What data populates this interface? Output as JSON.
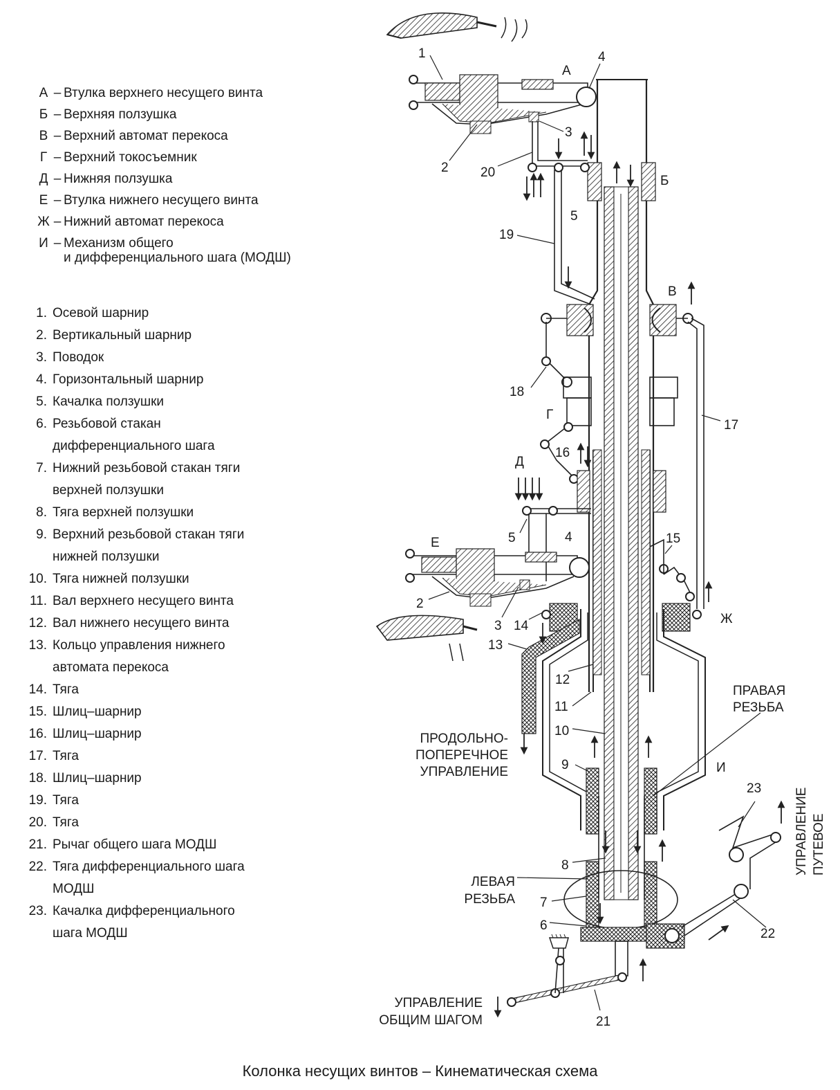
{
  "caption": "Колонка несущих винтов – Кинематическая схема",
  "letter_legend": [
    {
      "key": "А",
      "text": "Втулка верхнего несущего винта"
    },
    {
      "key": "Б",
      "text": "Верхняя ползушка"
    },
    {
      "key": "В",
      "text": "Верхний автомат перекоса"
    },
    {
      "key": "Г",
      "text": "Верхний токосъемник"
    },
    {
      "key": "Д",
      "text": "Нижняя ползушка"
    },
    {
      "key": "Е",
      "text": "Втулка нижнего несущего винта"
    },
    {
      "key": "Ж",
      "text": "Нижний автомат перекоса"
    },
    {
      "key": "И",
      "text": "Механизм общего\n   и дифференциального шага (МОДШ)"
    }
  ],
  "number_legend": [
    {
      "num": "1.",
      "text": "Осевой шарнир"
    },
    {
      "num": "2.",
      "text": "Вертикальный шарнир"
    },
    {
      "num": "3.",
      "text": "Поводок"
    },
    {
      "num": "4.",
      "text": "Горизонтальный шарнир"
    },
    {
      "num": "5.",
      "text": "Качалка ползушки"
    },
    {
      "num": "6.",
      "text": "Резьбовой стакан\nдифференциального шага"
    },
    {
      "num": "7.",
      "text": "Нижний резьбовой стакан тяги\nверхней ползушки"
    },
    {
      "num": "8.",
      "text": "Тяга верхней ползушки"
    },
    {
      "num": "9.",
      "text": "Верхний резьбовой стакан тяги\nнижней ползушки"
    },
    {
      "num": "10.",
      "text": "Тяга нижней ползушки"
    },
    {
      "num": "11.",
      "text": "Вал верхнего несущего винта"
    },
    {
      "num": "12.",
      "text": "Вал нижнего несущего винта"
    },
    {
      "num": "13.",
      "text": "Кольцо управления нижнего\nавтомата перекоса"
    },
    {
      "num": "14.",
      "text": "Тяга"
    },
    {
      "num": "15.",
      "text": "Шлиц–шарнир"
    },
    {
      "num": "16.",
      "text": "Шлиц–шарнир"
    },
    {
      "num": "17.",
      "text": "Тяга"
    },
    {
      "num": "18.",
      "text": "Шлиц–шарнир"
    },
    {
      "num": "19.",
      "text": "Тяга"
    },
    {
      "num": "20.",
      "text": "Тяга"
    },
    {
      "num": "21.",
      "text": "Рычаг общего шага МОДШ"
    },
    {
      "num": "22.",
      "text": "Тяга дифференциального шага\nМОДШ"
    },
    {
      "num": "23.",
      "text": "Качалка дифференциального\nшага МОДШ"
    }
  ],
  "diagram_labels": {
    "A": "А",
    "B": "Б",
    "V": "В",
    "G": "Г",
    "D": "Д",
    "E": "Е",
    "Zh": "Ж",
    "I": "И",
    "n1": "1",
    "n2_top": "2",
    "n3_top": "3",
    "n4_top": "4",
    "n20": "20",
    "n5_top": "5",
    "n19": "19",
    "n18": "18",
    "n17": "17",
    "n16": "16",
    "n5_low": "5",
    "n4_low": "4",
    "n15": "15",
    "n2_low": "2",
    "n3_low": "3",
    "n14": "14",
    "n13": "13",
    "n12": "12",
    "n11": "11",
    "n10": "10",
    "n9": "9",
    "n8": "8",
    "n7": "7",
    "n6": "6",
    "n23": "23",
    "n22": "22",
    "n21": "21",
    "long_ctrl_1": "ПРОДОЛЬНО-",
    "long_ctrl_2": "ПОПЕРЕЧНОЕ",
    "long_ctrl_3": "УПРАВЛЕНИЕ",
    "right_thread_1": "ПРАВАЯ",
    "right_thread_2": "РЕЗЬБА",
    "left_thread_1": "ЛЕВАЯ",
    "left_thread_2": "РЕЗЬБА",
    "collective_1": "УПРАВЛЕНИЕ",
    "collective_2": "ОБЩИМ ШАГОМ",
    "yaw_1": "ПУТЕВОЕ",
    "yaw_2": "УПРАВЛЕНИЕ"
  }
}
